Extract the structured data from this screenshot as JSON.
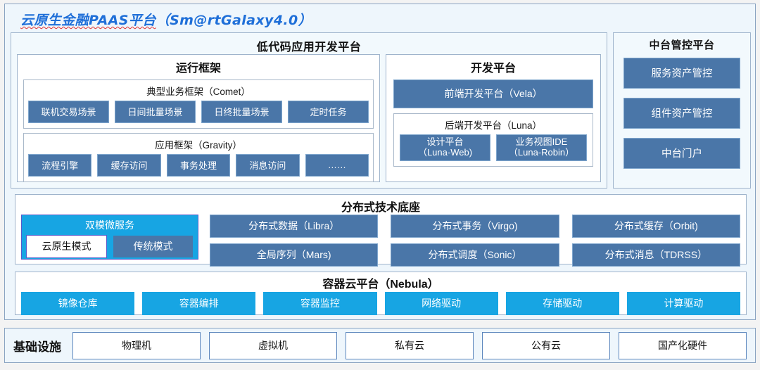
{
  "title": {
    "cn_part": "云原生金融PAAS平台",
    "en_part": "（Sm@rtGalaxy4.0）",
    "full": "云原生金融PAAS平台（Sm@rtGalaxy4.0）",
    "color": "#1f6fd8",
    "spellcheck_underline_color": "#e03131"
  },
  "colors": {
    "steel_blue": "#4a76a8",
    "cyan_blue": "#17a5e3",
    "panel_bg": "#f2f9fd",
    "frame_border": "#8aa4c2",
    "outer_bg": "#eef6fc"
  },
  "lowcode": {
    "title": "低代码应用开发平台",
    "runtime": {
      "title": "运行框架",
      "groups": [
        {
          "label": "典型业务框架（Comet）",
          "items": [
            "联机交易场景",
            "日间批量场景",
            "日终批量场景",
            "定时任务"
          ]
        },
        {
          "label": "应用框架（Gravity）",
          "items": [
            "流程引擎",
            "缓存访问",
            "事务处理",
            "消息访问",
            "……"
          ]
        }
      ]
    },
    "devplatform": {
      "title": "开发平台",
      "frontend": "前端开发平台（Vela）",
      "backend_label": "后端开发平台（Luna）",
      "backend_items": [
        {
          "line1": "设计平台",
          "line2": "（Luna-Web)"
        },
        {
          "line1": "业务视图IDE",
          "line2": "（Luna-Robin）"
        }
      ]
    }
  },
  "control_platform": {
    "title": "中台管控平台",
    "items": [
      "服务资产管控",
      "组件资产管控",
      "中台门户"
    ]
  },
  "tech_base": {
    "title": "分布式技术底座",
    "dualmode": {
      "title": "双模微服务",
      "white_mode": "云原生模式",
      "blue_mode": "传统模式"
    },
    "columns": [
      [
        "分布式数据（Libra）",
        "全局序列（Mars)"
      ],
      [
        "分布式事务（Virgo)",
        "分布式调度（Sonic）"
      ],
      [
        "分布式缓存（Orbit)",
        "分布式消息（TDRSS）"
      ]
    ]
  },
  "nebula": {
    "title": "容器云平台（Nebula）",
    "items": [
      "镜像仓库",
      "容器编排",
      "容器监控",
      "网络驱动",
      "存储驱动",
      "计算驱动"
    ]
  },
  "infrastructure": {
    "label": "基础设施",
    "items": [
      "物理机",
      "虚拟机",
      "私有云",
      "公有云",
      "国产化硬件"
    ]
  }
}
